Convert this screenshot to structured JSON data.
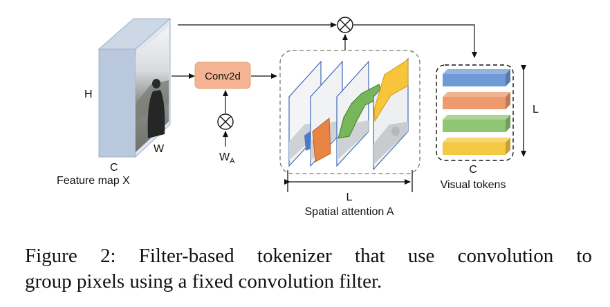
{
  "diagram": {
    "feature_map": {
      "h_label": "H",
      "w_label": "W",
      "c_label": "C",
      "caption": "Feature map X"
    },
    "conv": {
      "label": "Conv2d"
    },
    "weight": {
      "main": "W",
      "sub": "A"
    },
    "attention": {
      "l_label": "L",
      "caption": "Spatial attention A"
    },
    "tokens": {
      "l_label": "L",
      "c_label": "C",
      "caption": "Visual tokens",
      "colors": [
        "#6f9ad6",
        "#ee9a6c",
        "#8fc673",
        "#f5c843"
      ]
    },
    "colors": {
      "conv_box": "#f4b392",
      "feature_map_front": "#dfe6ef",
      "feature_map_side": "#b9c8dd",
      "mask_blue": "#4e78c8",
      "mask_orange": "#e98542",
      "mask_green": "#78b65a",
      "mask_yellow": "#f7c43a"
    }
  },
  "caption": {
    "line1": "Figure 2:  Filter-based tokenizer that use convolution to",
    "line2": "group pixels using a fixed convolution filter."
  }
}
